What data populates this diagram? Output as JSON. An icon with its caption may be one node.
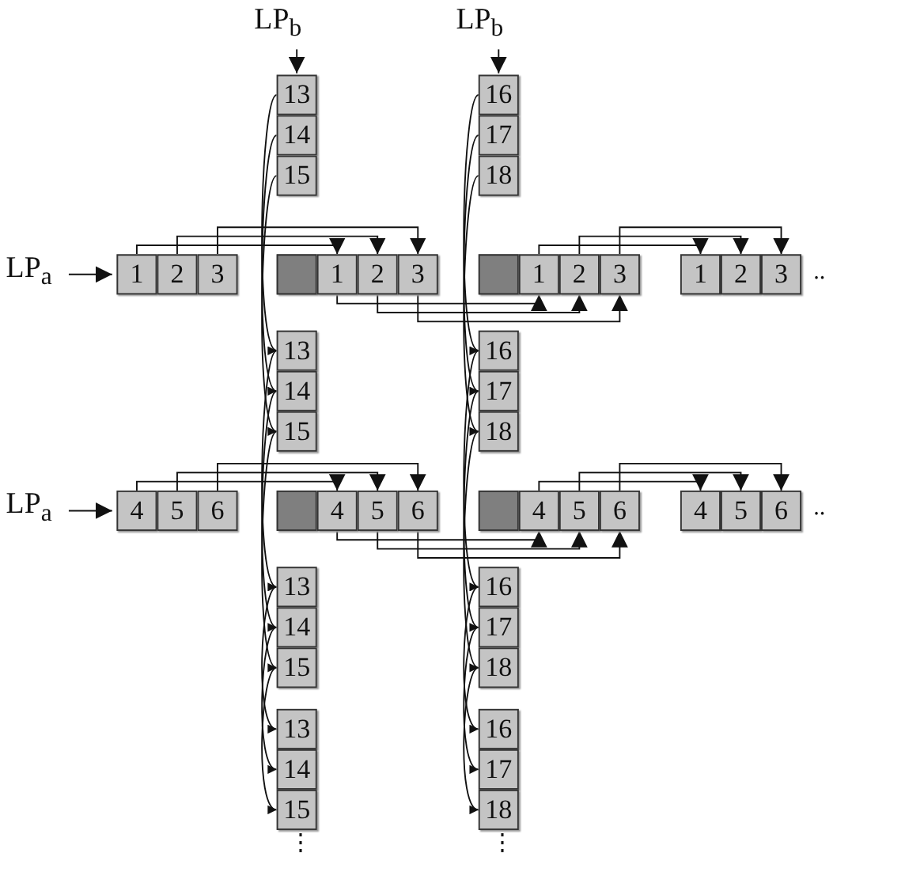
{
  "diagram": {
    "nodes": [
      {
        "text": [
          "LP$_{b}$"
        ]
      },
      {
        "text": [
          "LP$_{b}$"
        ]
      },
      {
        "text": [
          "13"
        ]
      },
      {
        "text": [
          "14"
        ]
      },
      {
        "text": [
          "15"
        ]
      },
      {
        "text": [
          "16"
        ]
      },
      {
        "text": [
          "17"
        ]
      },
      {
        "text": [
          "18"
        ]
      },
      {
        "text": [
          "LP$_{a}$"
        ]
      },
      {
        "text": [
          "1"
        ]
      },
      {
        "text": [
          "2"
        ]
      },
      {
        "text": [
          "3"
        ]
      },
      {
        "text": [],
        "shape": "box"
      },
      {
        "text": [
          "1"
        ]
      },
      {
        "text": [
          "2"
        ]
      },
      {
        "text": [
          "3"
        ]
      },
      {
        "text": [],
        "shape": "box"
      },
      {
        "text": [
          "1"
        ]
      },
      {
        "text": [
          "2"
        ]
      },
      {
        "text": [
          "3"
        ]
      },
      {
        "text": [
          "1"
        ]
      },
      {
        "text": [
          "2"
        ]
      },
      {
        "text": [
          "3"
        ]
      },
      {
        "text": [
          "13"
        ]
      },
      {
        "text": [
          "14"
        ]
      },
      {
        "text": [
          "15"
        ]
      },
      {
        "text": [
          "16"
        ]
      },
      {
        "text": [
          "17"
        ]
      },
      {
        "text": [
          "18"
        ]
      },
      {
        "text": [
          "LP$_{a}$"
        ]
      },
      {
        "text": [
          "4"
        ]
      },
      {
        "text": [
          "5"
        ]
      },
      {
        "text": [
          "6"
        ]
      },
      {
        "text": [],
        "shape": "box"
      },
      {
        "text": [
          "4"
        ]
      },
      {
        "text": [
          "5"
        ]
      },
      {
        "text": [
          "6"
        ]
      },
      {
        "text": [],
        "shape": "box"
      },
      {
        "text": [
          "4"
        ]
      },
      {
        "text": [
          "5"
        ]
      },
      {
        "text": [
          "6"
        ]
      },
      {
        "text": [
          "4"
        ]
      },
      {
        "text": [
          "5"
        ]
      },
      {
        "text": [
          "6"
        ]
      },
      {
        "text": [
          "13"
        ]
      },
      {
        "text": [
          "14"
        ]
      },
      {
        "text": [
          "15"
        ]
      },
      {
        "text": [
          "16"
        ]
      },
      {
        "text": [
          "17"
        ]
      },
      {
        "text": [
          "18"
        ]
      },
      {
        "text": [
          "13"
        ]
      },
      {
        "text": [
          "14"
        ]
      },
      {
        "text": [
          "15"
        ]
      },
      {
        "text": [
          "16"
        ]
      },
      {
        "text": [
          "17"
        ]
      },
      {
        "text": [
          "18"
        ]
      }
    ],
    "edges": [
      {
        "from": 0,
        "to": 2,
        "arrow": "to"
      },
      {
        "from": 1,
        "to": 5,
        "arrow": "to"
      },
      {
        "from": 8,
        "to": 9,
        "arrow": "to"
      },
      {
        "from": 29,
        "to": 30,
        "arrow": "to"
      },
      {
        "from": 9,
        "to": 13,
        "arrow": "to"
      },
      {
        "from": 10,
        "to": 14,
        "arrow": "to"
      },
      {
        "from": 11,
        "to": 15,
        "arrow": "to"
      },
      {
        "from": 13,
        "to": 17,
        "arrow": "to"
      },
      {
        "from": 14,
        "to": 18,
        "arrow": "to"
      },
      {
        "from": 15,
        "to": 19,
        "arrow": "to"
      },
      {
        "from": 17,
        "to": 20,
        "arrow": "to"
      },
      {
        "from": 18,
        "to": 21,
        "arrow": "to"
      },
      {
        "from": 19,
        "to": 22,
        "arrow": "to"
      },
      {
        "from": 30,
        "to": 34,
        "arrow": "to"
      },
      {
        "from": 31,
        "to": 35,
        "arrow": "to"
      },
      {
        "from": 32,
        "to": 36,
        "arrow": "to"
      },
      {
        "from": 34,
        "to": 38,
        "arrow": "to"
      },
      {
        "from": 35,
        "to": 39,
        "arrow": "to"
      },
      {
        "from": 36,
        "to": 40,
        "arrow": "to"
      },
      {
        "from": 38,
        "to": 41,
        "arrow": "to"
      },
      {
        "from": 39,
        "to": 42,
        "arrow": "to"
      },
      {
        "from": 40,
        "to": 43,
        "arrow": "to"
      },
      {
        "from": 2,
        "to": 23,
        "arrow": "to"
      },
      {
        "from": 3,
        "to": 24,
        "arrow": "to"
      },
      {
        "from": 4,
        "to": 25,
        "arrow": "to"
      },
      {
        "from": 23,
        "to": 44,
        "arrow": "to"
      },
      {
        "from": 24,
        "to": 45,
        "arrow": "to"
      },
      {
        "from": 25,
        "to": 46,
        "arrow": "to"
      },
      {
        "from": 44,
        "to": 50,
        "arrow": "to"
      },
      {
        "from": 45,
        "to": 51,
        "arrow": "to"
      },
      {
        "from": 46,
        "to": 52,
        "arrow": "to"
      },
      {
        "from": 5,
        "to": 26,
        "arrow": "to"
      },
      {
        "from": 6,
        "to": 27,
        "arrow": "to"
      },
      {
        "from": 7,
        "to": 28,
        "arrow": "to"
      },
      {
        "from": 26,
        "to": 47,
        "arrow": "to"
      },
      {
        "from": 27,
        "to": 48,
        "arrow": "to"
      },
      {
        "from": 28,
        "to": 49,
        "arrow": "to"
      },
      {
        "from": 47,
        "to": 53,
        "arrow": "to"
      },
      {
        "from": 48,
        "to": 54,
        "arrow": "to"
      },
      {
        "from": 49,
        "to": 55,
        "arrow": "to"
      }
    ],
    "labels": [
      "..",
      "..",
      "⋮",
      "⋮"
    ]
  }
}
